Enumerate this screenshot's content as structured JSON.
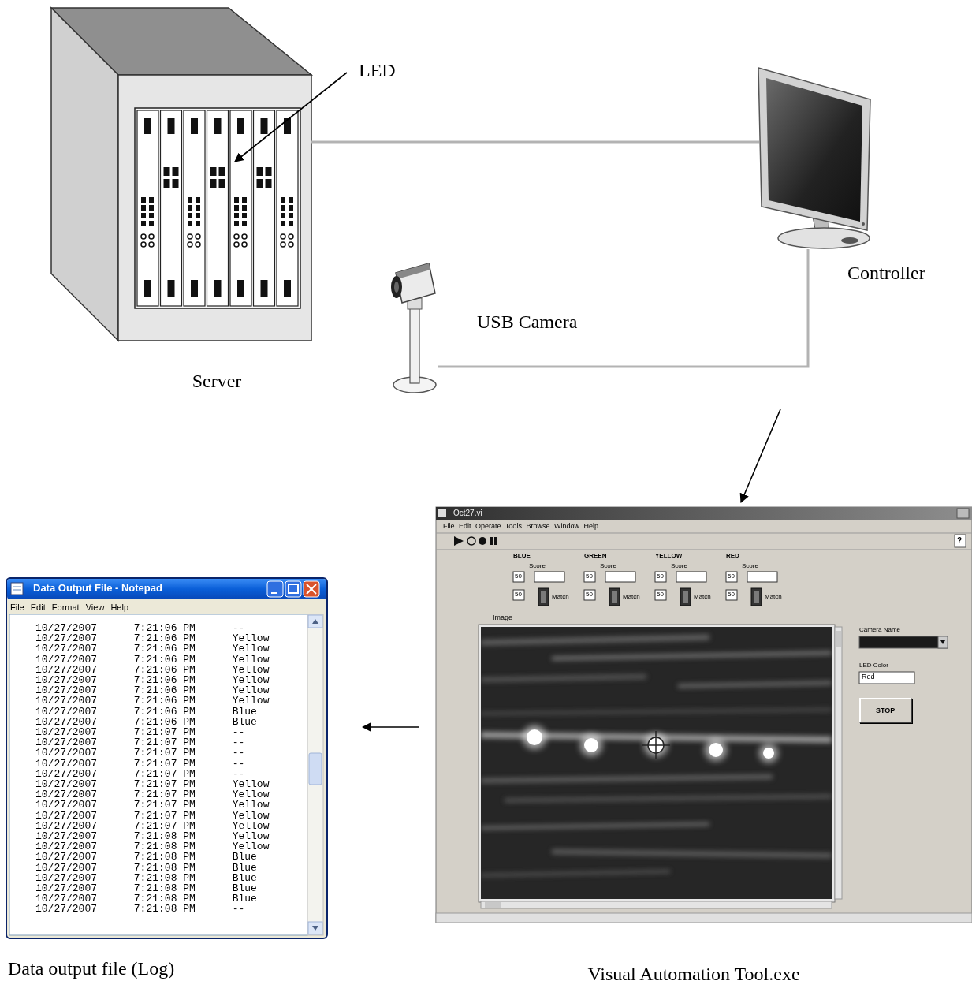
{
  "diagram": {
    "nodes": [
      {
        "text": [
          "Server"
        ]
      },
      {
        "text": [
          "Controller"
        ]
      },
      {
        "text": [
          "USB Camera"
        ]
      },
      {
        "text": [
          "Data output file (Log)",
          "Data Output File - Notepad",
          "File Edit Format View Help",
          "10/27/2007      7:21:06 PM      --",
          "10/27/2007      7:21:06 PM      Yellow",
          "10/27/2007      7:21:06 PM      Yellow",
          "10/27/2007      7:21:06 PM      Yellow",
          "10/27/2007      7:21:06 PM      Yellow",
          "10/27/2007      7:21:06 PM      Yellow",
          "10/27/2007      7:21:06 PM      Yellow",
          "10/27/2007      7:21:06 PM      Yellow",
          "10/27/2007      7:21:06 PM      Blue",
          "10/27/2007      7:21:06 PM      Blue",
          "10/27/2007      7:21:07 PM      --",
          "10/27/2007      7:21:07 PM      --",
          "10/27/2007      7:21:07 PM      --",
          "10/27/2007      7:21:07 PM      --",
          "10/27/2007      7:21:07 PM      --",
          "10/27/2007      7:21:07 PM      Yellow",
          "10/27/2007      7:21:07 PM      Yellow",
          "10/27/2007      7:21:07 PM      Yellow",
          "10/27/2007      7:21:07 PM      Yellow",
          "10/27/2007      7:21:07 PM      Yellow",
          "10/27/2007      7:21:08 PM      Yellow",
          "10/27/2007      7:21:08 PM      Yellow",
          "10/27/2007      7:21:08 PM      Blue",
          "10/27/2007      7:21:08 PM      Blue",
          "10/27/2007      7:21:08 PM      Blue",
          "10/27/2007      7:21:08 PM      Blue",
          "10/27/2007      7:21:08 PM      Blue",
          "10/27/2007      7:21:08 PM      --"
        ]
      },
      {
        "text": [
          "Visual Automation Tool.exe",
          "Oct27.vi",
          "File Edit Operate Tools Browse Window Help",
          "BLUE",
          "GREEN",
          "YELLOW",
          "RED",
          "Score",
          "Score",
          "Score",
          "Score",
          "50",
          "50",
          "50",
          "50",
          "50",
          "50",
          "50",
          "50",
          "Match",
          "Match",
          "Match",
          "Match",
          "Image",
          "Camera Name",
          "LED Color",
          "Red",
          "?"
        ]
      },
      {
        "text": [
          "STOP"
        ],
        "in": 4
      }
    ],
    "edges": [
      {
        "from": 0,
        "to": 1,
        "arrow": "none"
      },
      {
        "from": 2,
        "to": 1,
        "arrow": "none"
      },
      {
        "from": 1,
        "to": 4,
        "arrow": "to"
      },
      {
        "from": 4,
        "to": 3,
        "arrow": "to"
      }
    ],
    "labels": [
      "LED"
    ]
  }
}
